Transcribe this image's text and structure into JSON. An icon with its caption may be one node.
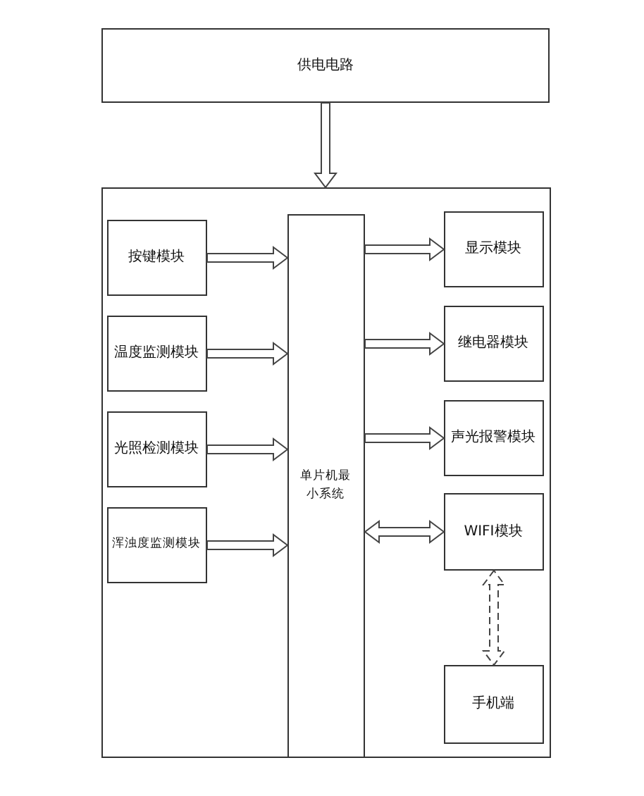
{
  "diagram": {
    "nodes": [
      {
        "text": [
          "供电电路"
        ]
      },
      {
        "text": [],
        "shape": "box"
      },
      {
        "text": [
          "按键模块"
        ],
        "in": 1
      },
      {
        "text": [
          "温度监测模块"
        ],
        "in": 1
      },
      {
        "text": [
          "光照检测模块"
        ],
        "in": 1
      },
      {
        "text": [
          "浑浊度监测模块"
        ],
        "in": 1
      },
      {
        "text": [
          "单片机最小系统"
        ],
        "in": 1
      },
      {
        "text": [
          "显示模块"
        ],
        "in": 1
      },
      {
        "text": [
          "继电器模块"
        ],
        "in": 1
      },
      {
        "text": [
          "声光报警模块"
        ],
        "in": 1
      },
      {
        "text": [
          "WIFI模块"
        ],
        "in": 1
      },
      {
        "text": [
          "手机端"
        ],
        "in": 1
      }
    ],
    "edges": [
      {
        "from": 0,
        "to": 1,
        "arrow": "to"
      },
      {
        "from": 2,
        "to": 6,
        "arrow": "to"
      },
      {
        "from": 3,
        "to": 6,
        "arrow": "to"
      },
      {
        "from": 4,
        "to": 6,
        "arrow": "to"
      },
      {
        "from": 5,
        "to": 6,
        "arrow": "to"
      },
      {
        "from": 6,
        "to": 7,
        "arrow": "to"
      },
      {
        "from": 6,
        "to": 8,
        "arrow": "to"
      },
      {
        "from": 6,
        "to": 9,
        "arrow": "to"
      },
      {
        "from": 6,
        "to": 10,
        "arrow": "both"
      },
      {
        "from": 10,
        "to": 11,
        "arrow": "both",
        "style": "dashed"
      }
    ]
  }
}
